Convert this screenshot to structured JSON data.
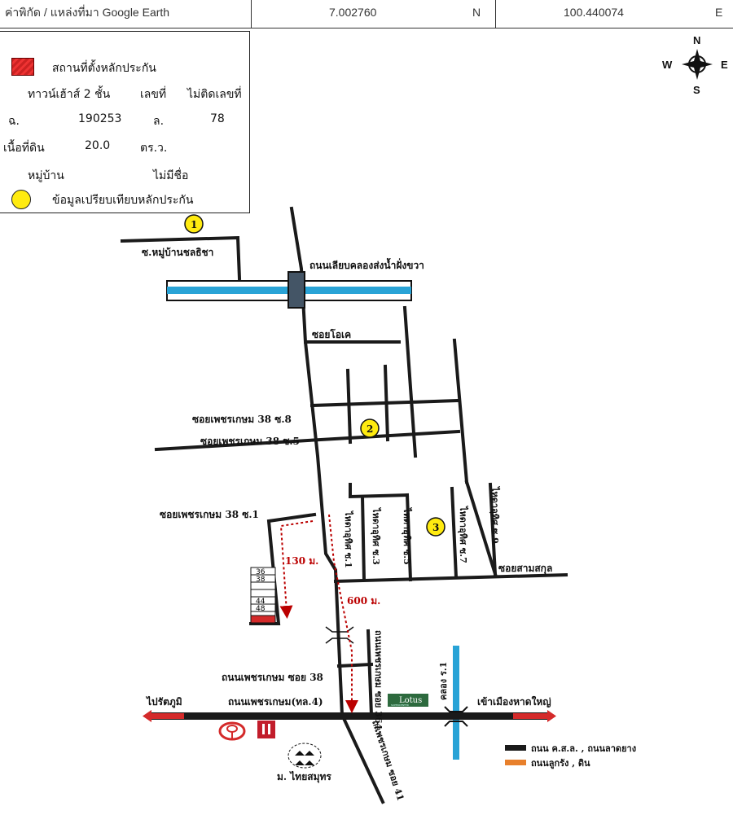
{
  "header": {
    "source_label": "ค่าพิกัด / แหล่งที่มา Google Earth",
    "latitude": "7.002760",
    "lat_unit": "N",
    "longitude": "100.440074",
    "lon_unit": "E"
  },
  "legend": {
    "site_label": "สถานที่ตั้งหลักประกัน",
    "building_type": "ทาวน์เฮ้าส์ 2 ชั้น",
    "number_label": "เลขที่",
    "number_value": "ไม่ติดเลขที่",
    "deed_prefix": "ฉ.",
    "deed_number": "190253",
    "lot_prefix": "ล.",
    "lot_number": "78",
    "area_label": "เนื้อที่ดิน",
    "area_value": "20.0",
    "area_unit": "ตร.ว.",
    "village_label": "หมู่บ้าน",
    "village_value": "ไม่มีชื่อ",
    "compare_label": "ข้อมูลเปรียบเทียบหลักประกัน"
  },
  "compass": {
    "n": "N",
    "s": "S",
    "e": "E",
    "w": "W"
  },
  "map": {
    "roads": {
      "canal_road": "ถนนเลียบคลองส่งน้ำฝั่งขวา",
      "soi_chonthicha": "ซ.หมู่บ้านชลธิชา",
      "soi_ok": "ซอยโอเค",
      "soi_38_8": "ซอยเพชรเกษม 38 ซ.8",
      "soi_38_5": "ซอยเพชรเกษม 38 ซ.5",
      "soi_38_1": "ซอยเพชรเกษม 38 ซ.1",
      "hok_1": "ไหดาอุทิศ ซ.1",
      "hok_3": "ไหดาอุทิศ ซ.3",
      "hok_5": "ไหดาอุทิศ ซ.5",
      "hok_7": "ไหดาอุทิศ ซ.7",
      "hok_9": "ไหดาอุทิศ ซ.9",
      "soi_samsakul": "ซอยสามสกุล",
      "phetkasem_38": "ถนนเพชรเกษม ซอย 38",
      "phetkasem_main": "ถนนเพชรเกษม(ทล.4)",
      "phetkasem_41": "ถ.เพชรเกษม ซอย 41",
      "phetkasem_364": "ถนนเพชรเกษม ซอย 364",
      "khlong_r1": "คลอง ร.1"
    },
    "directions": {
      "west": "ไปรัตภูมิ",
      "east": "เข้าเมืองหาดใหญ่"
    },
    "distances": {
      "d130": "130 ม.",
      "d600": "600 ม."
    },
    "comparables": [
      "1",
      "2",
      "3"
    ],
    "house_numbers": [
      "36",
      "38",
      "44",
      "48"
    ],
    "village_name": "ม. ไทยสมุทร",
    "store_name": "Lotus",
    "store_sub": "SUPERCENTER",
    "map_legend": {
      "concrete": "ถนน ค.ส.ล. , ถนนลาดยาง",
      "laterite": "ถนนลูกรัง , ดิน"
    }
  },
  "colors": {
    "road": "#1a1a1a",
    "canal": "#29a3d6",
    "site": "#d42a2a",
    "marker": "#ffeb10",
    "distance": "#b00000",
    "laterite": "#e8802c"
  }
}
